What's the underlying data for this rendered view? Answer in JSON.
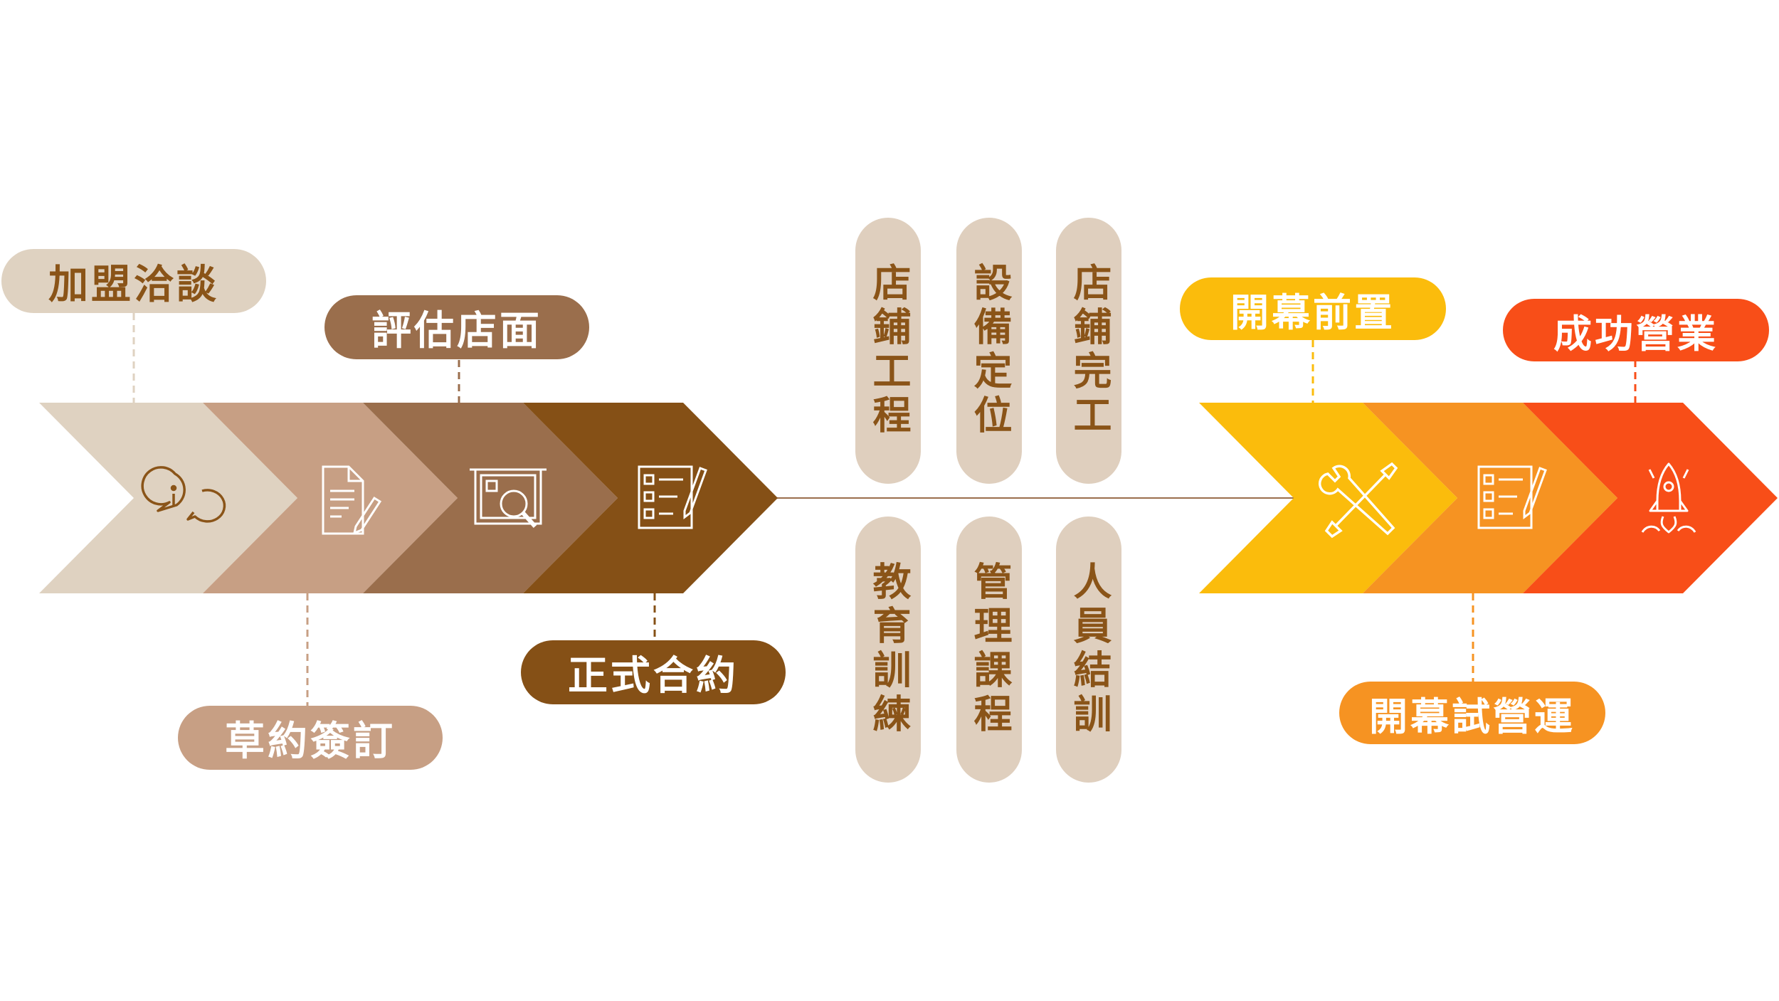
{
  "colors": {
    "beige_light": "#dfd2c1",
    "tan": "#c79f84",
    "brown_mid": "#9a6e4c",
    "brown_dark": "#855016",
    "yellow": "#fbbc0c",
    "orange": "#f69322",
    "red_orange": "#f84e18",
    "pill_text_brown": "#8a5418",
    "white": "#ffffff"
  },
  "left_stages": [
    {
      "label": "加盟洽談",
      "icon": "info-chat-icon"
    },
    {
      "label": "草約簽訂",
      "icon": "document-edit-icon"
    },
    {
      "label": "評估店面",
      "icon": "store-search-icon"
    },
    {
      "label": "正式合約",
      "icon": "checklist-icon"
    }
  ],
  "middle_top": [
    "店鋪工程",
    "設備定位",
    "店鋪完工"
  ],
  "middle_bottom": [
    "教育訓練",
    "管理課程",
    "人員結訓"
  ],
  "right_stages": [
    {
      "label": "開幕前置",
      "icon": "tools-icon"
    },
    {
      "label": "開幕試營運",
      "icon": "checklist-icon"
    },
    {
      "label": "成功營業",
      "icon": "rocket-icon"
    }
  ]
}
